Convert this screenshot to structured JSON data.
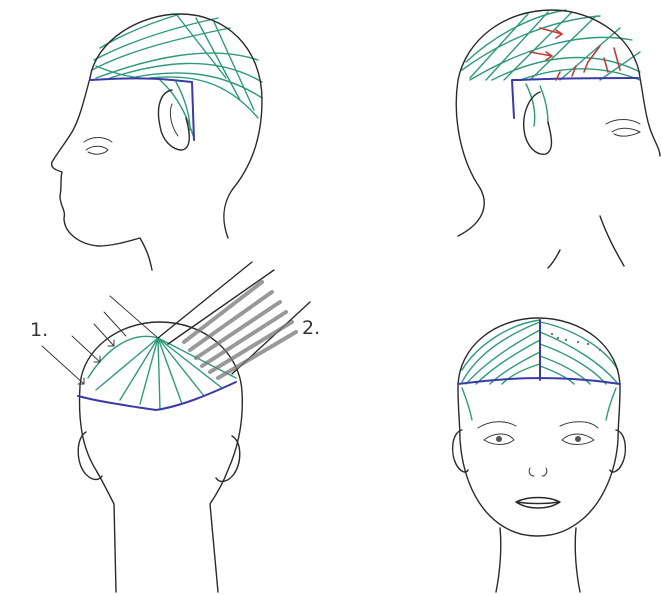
{
  "figure": {
    "step_labels": [
      "1.",
      "2."
    ],
    "colors": {
      "ink": "#2a2a2a",
      "section_lines": "#2e9a7a",
      "parting_lines": "#3a3aa8",
      "direction_arrows": "#c23a3a",
      "comb_strokes": "#777777"
    },
    "views": [
      {
        "name": "left-profile",
        "icon": "head-profile-left"
      },
      {
        "name": "right-profile",
        "icon": "head-profile-right"
      },
      {
        "name": "back-view",
        "icon": "head-back"
      },
      {
        "name": "front-view",
        "icon": "head-front"
      }
    ]
  }
}
